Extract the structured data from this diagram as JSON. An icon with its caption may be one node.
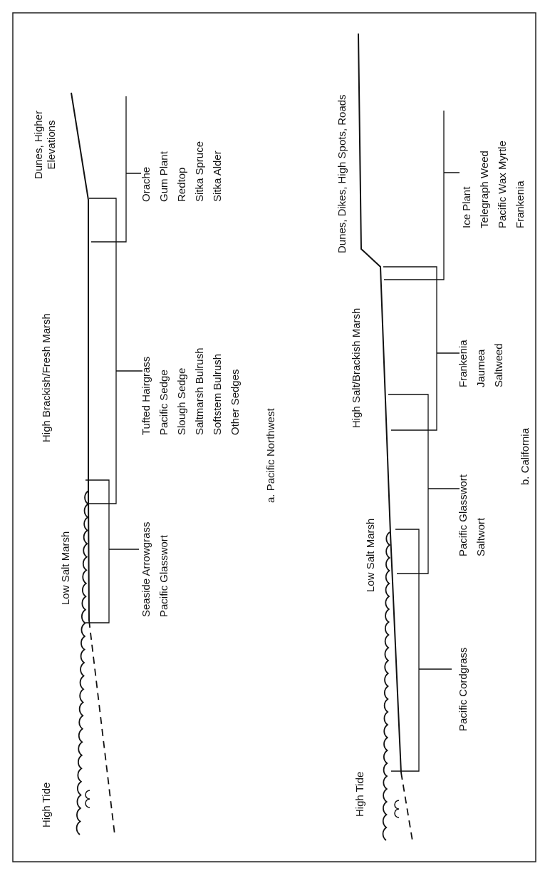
{
  "diagram": {
    "labels": [
      "High Tide",
      "Low Salt Marsh",
      "High Brackish/Fresh Marsh",
      "Dunes, Higher Elevations",
      "Seaside Arrowgrass",
      "Pacific Glasswort",
      "Tufted Hairgrass",
      "Pacific Sedge",
      "Slough Sedge",
      "Saltmarsh Bulrush",
      "Softstem Bulrush",
      "Other Sedges",
      "Orache",
      "Gum Plant",
      "Redtop",
      "Sitka Spruce",
      "Sitka Alder",
      "a. Pacific Northwest",
      "High Tide",
      "Low Salt Marsh",
      "High Salt/Brackish Marsh",
      "Dunes, Dikes, High Spots, Roads",
      "Pacific Cordgrass",
      "Pacific Glasswort",
      "Saltwort",
      "Frankenia",
      "Jaumea",
      "Saltweed",
      "Ice Plant",
      "Telegraph Weed",
      "Pacific Wax Myrtle",
      "Frankenia",
      "b. California"
    ]
  }
}
